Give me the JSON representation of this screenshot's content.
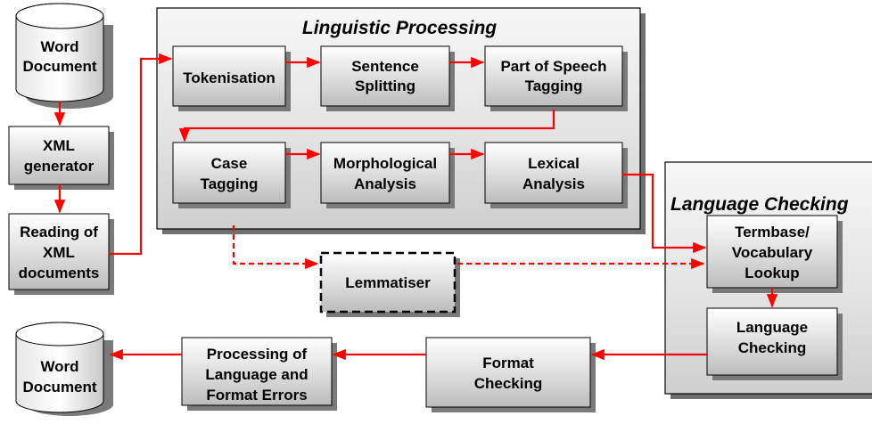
{
  "linguistic": {
    "title": "Linguistic Processing",
    "tokenisation": "Tokenisation",
    "sentence_1": "Sentence",
    "sentence_2": "Splitting",
    "pos_1": "Part of Speech",
    "pos_2": "Tagging",
    "case_1": "Case",
    "case_2": "Tagging",
    "morph_1": "Morphological",
    "morph_2": "Analysis",
    "lexical_1": "Lexical",
    "lexical_2": "Analysis"
  },
  "input": {
    "word_doc_1": "Word",
    "word_doc_2": "Document",
    "xml_gen_1": "XML",
    "xml_gen_2": "generator",
    "reading_1": "Reading of",
    "reading_2": "XML",
    "reading_3": "documents"
  },
  "lemmatiser": "Lemmatiser",
  "language_checking": {
    "title": "Language Checking",
    "termbase_1": "Termbase/",
    "termbase_2": "Vocabulary",
    "termbase_3": "Lookup",
    "checking_1": "Language",
    "checking_2": "Checking"
  },
  "output": {
    "format_1": "Format",
    "format_2": "Checking",
    "errors_1": "Processing of",
    "errors_2": "Language and",
    "errors_3": "Format Errors",
    "word_doc_1": "Word",
    "word_doc_2": "Document"
  },
  "colors": {
    "arrow": "#ff0000",
    "box_border": "#000000",
    "shadow": "#7a7a7a"
  }
}
